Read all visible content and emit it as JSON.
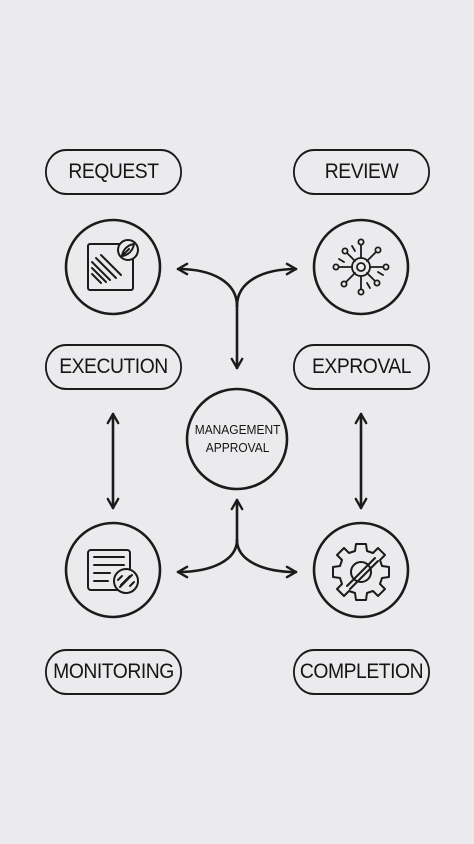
{
  "stages": {
    "request": "REQUEST",
    "review": "REVIEW",
    "execution": "EXECUTION",
    "exproval": "EXPROVAL",
    "monitoring": "MONITORING",
    "completion": "COMPLETION"
  },
  "center": {
    "line1": "MANAGEMENT",
    "line2": "APPROVAL"
  },
  "icons": {
    "request": "document-brush-icon",
    "review": "network-hub-icon",
    "monitoring": "report-percent-icon",
    "completion": "gear-slash-icon"
  },
  "colors": {
    "background": "#ebebed",
    "stroke": "#1b1b1b"
  }
}
